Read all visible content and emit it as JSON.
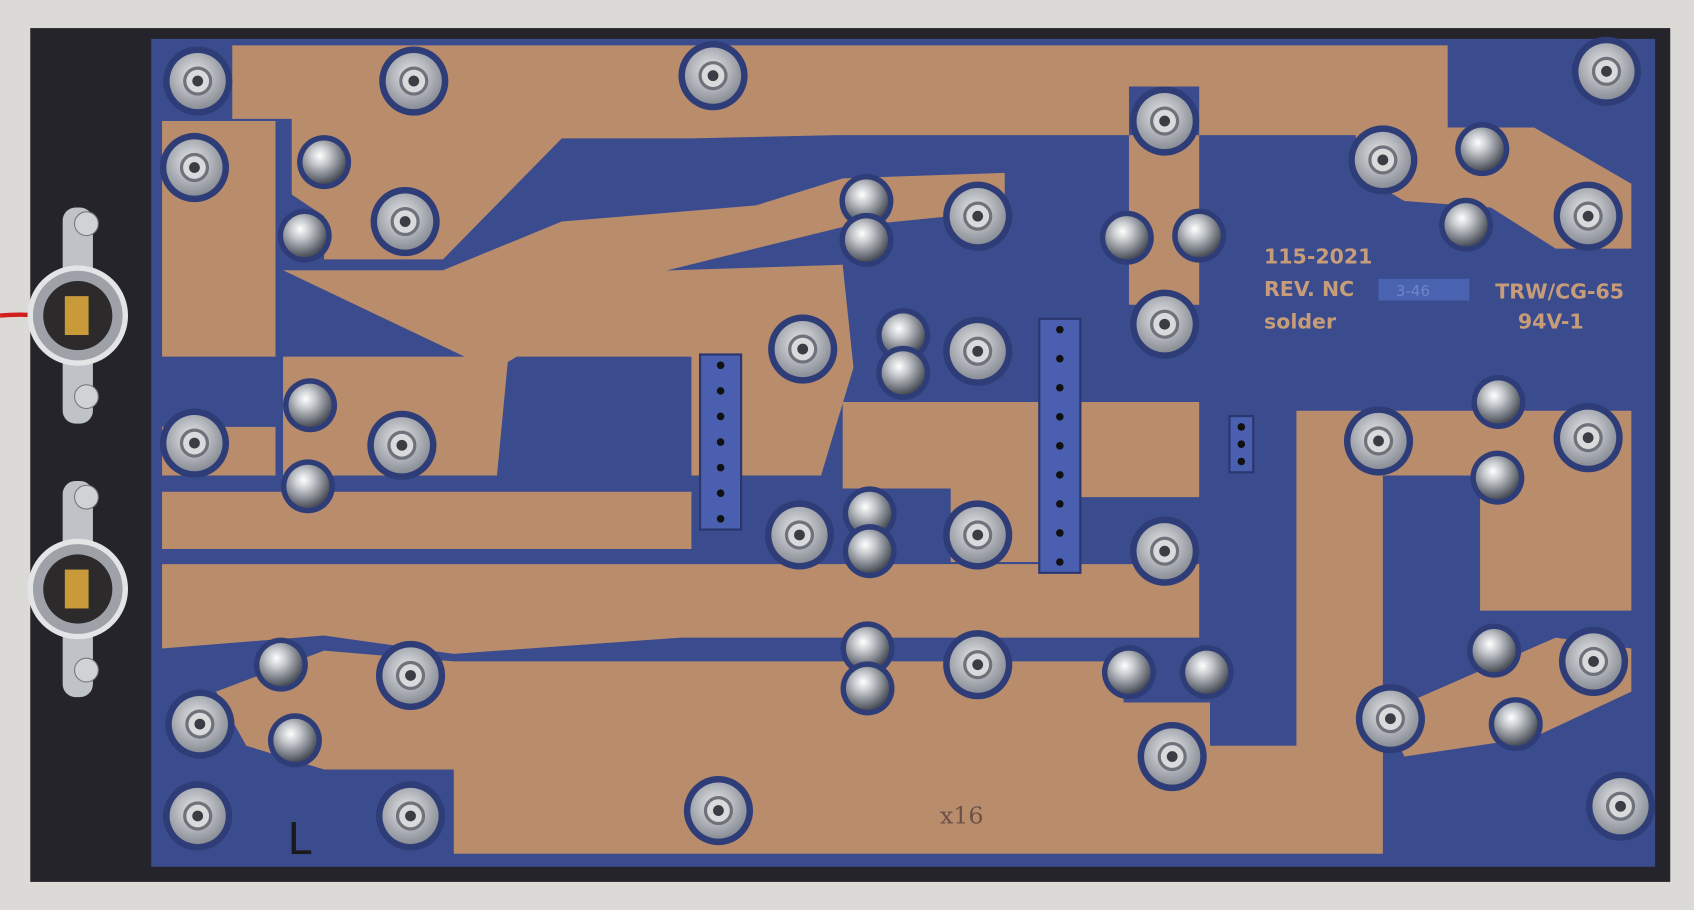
{
  "board": {
    "part_number": "115-2021",
    "revision": "REV. NC",
    "side": "solder",
    "date_code": "3-46",
    "manufacturer_mark": "TRW/CG-65",
    "flammability_rating": "94V-1",
    "handwritten_marks": [
      "L",
      "x16"
    ]
  },
  "colors": {
    "background_cloth": "#dcdad6",
    "base_plate": "#25242a",
    "solder_mask": "#3b4c8e",
    "copper": "#b98c6c",
    "solder": "#c9ccd0",
    "wire": "#d21f1f"
  }
}
